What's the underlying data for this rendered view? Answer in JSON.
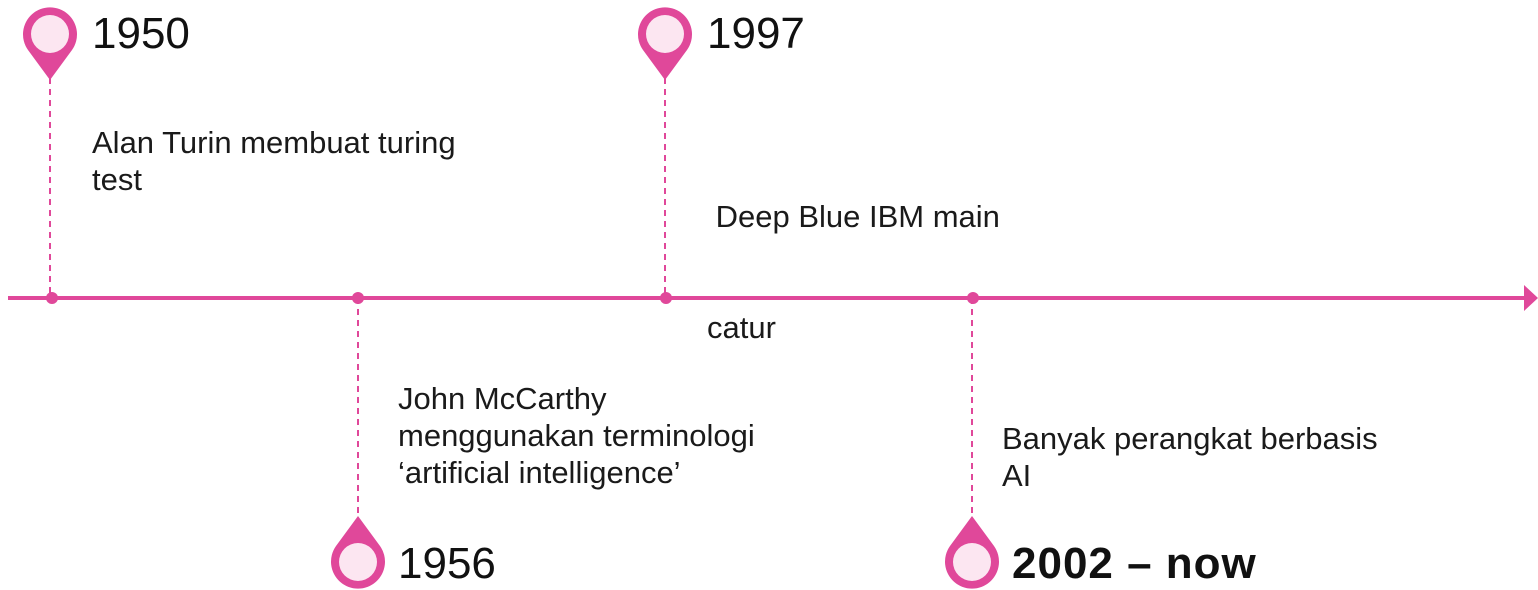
{
  "colors": {
    "accent": "#E0489A",
    "pin_fill": "#FCE6F1",
    "text": "#1a1a1a"
  },
  "events": [
    {
      "year": "1950",
      "description_lines": [
        "Alan Turin membuat turing",
        "test"
      ],
      "side": "above"
    },
    {
      "year": "1956",
      "description_lines": [
        "John McCarthy",
        "menggunakan terminologi",
        "‘artificial intelligence’"
      ],
      "side": "below"
    },
    {
      "year": "1997",
      "description_lines": [
        " Deep Blue IBM main",
        "catur"
      ],
      "side": "above"
    },
    {
      "year": "2002 – now",
      "description_lines": [
        "Banyak perangkat berbasis",
        "AI"
      ],
      "side": "below"
    }
  ]
}
